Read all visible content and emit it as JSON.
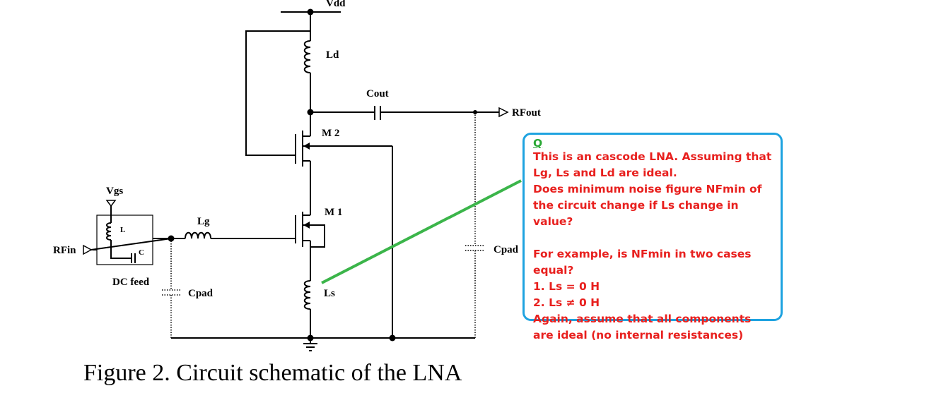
{
  "schematic": {
    "labels": {
      "vdd": "Vdd",
      "ld": "Ld",
      "cout": "Cout",
      "rfout": "RFout",
      "m2": "M 2",
      "m1": "M 1",
      "vgs": "Vgs",
      "l": "L",
      "c": "C",
      "lg": "Lg",
      "rfin": "RFin",
      "dc_feed": "DC feed",
      "cpad_left": "Cpad",
      "cpad_right": "Cpad",
      "ls": "Ls"
    },
    "caption": "Figure 2. Circuit schematic of the LNA"
  },
  "annotation": {
    "label": "Q",
    "paragraph_1": "This is an cascode LNA. Assuming that Lg, Ls and Ld are ideal.",
    "paragraph_2": "Does minimum noise figure NFmin of the circuit change if Ls change in value?",
    "paragraph_3": "For example, is NFmin in two cases equal?",
    "case_1": "1. Ls = 0 H",
    "case_2": "2. Ls ≠ 0 H",
    "paragraph_4": "Again, assume that all components are ideal (no internal resistances)"
  },
  "colors": {
    "box_border": "#1fa3e0",
    "question_text": "#e8201e",
    "q_label": "#29a834",
    "pointer_line": "#3bb54a"
  }
}
